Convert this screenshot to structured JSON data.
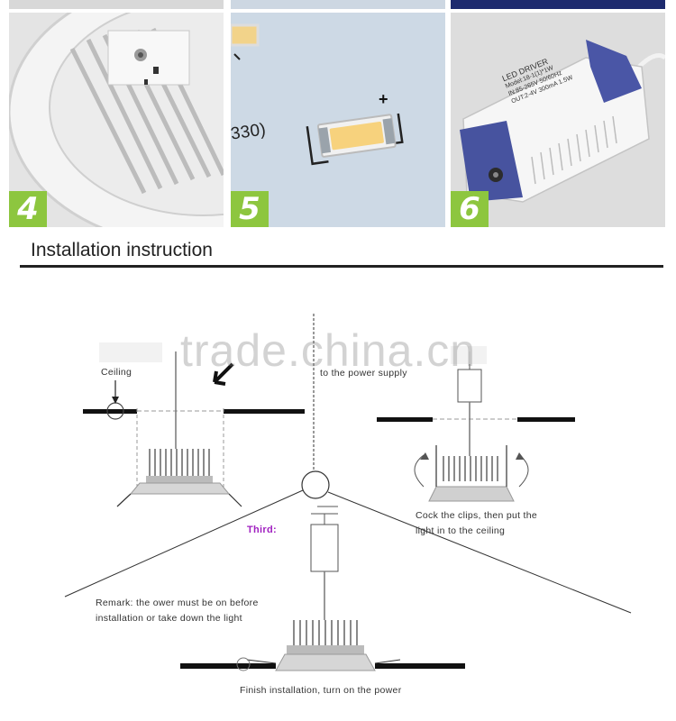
{
  "photos": [
    {
      "number": "4",
      "subject": "heat sink"
    },
    {
      "number": "5",
      "subject": "SMD chip",
      "pcb_mark": "330)",
      "polarity": "+"
    },
    {
      "number": "6",
      "subject": "LED driver",
      "label_lines": [
        "LED DRIVER",
        "Model:18-1(1)*1W",
        "IN:85-265V 50/60Hz",
        "OUT:2-4V 300mA 1.5W"
      ]
    }
  ],
  "section": {
    "title": "Installation instruction"
  },
  "watermark": "trade.china.cn",
  "diagram": {
    "ceiling_label": "Ceiling",
    "power_supply_label": "to the power supply",
    "third_label": "Third:",
    "third_color": "#a020c0",
    "cock_label_lines": [
      "Cock the clips, then put the",
      "light in to the ceiling"
    ],
    "remark_lines": [
      "Remark:  the ower must be on before",
      "installation or take down the light"
    ],
    "finish_label": "Finish installation, turn on the power"
  },
  "colors": {
    "accent": "#8dc63f",
    "top_blue": "#1d2a6e"
  }
}
